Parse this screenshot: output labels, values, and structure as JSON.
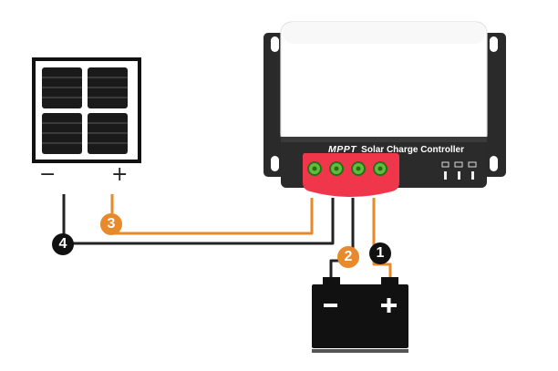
{
  "controller": {
    "brand": "MPPT",
    "title": "Solar Charge Controller",
    "indicator_icons": [
      "solar-icon",
      "battery-icon",
      "load-icon"
    ]
  },
  "panel": {
    "negative_label": "−",
    "positive_label": "+"
  },
  "battery": {
    "negative_label": "−",
    "positive_label": "+"
  },
  "steps": [
    {
      "number": "1",
      "color": "#111111"
    },
    {
      "number": "2",
      "color": "#e8892b"
    },
    {
      "number": "3",
      "color": "#e8892b"
    },
    {
      "number": "4",
      "color": "#111111"
    }
  ],
  "colors": {
    "positive_wire": "#e8892b",
    "negative_wire": "#222222",
    "terminal_block": "#f0364a",
    "terminal_led": "#5fbf3a"
  }
}
